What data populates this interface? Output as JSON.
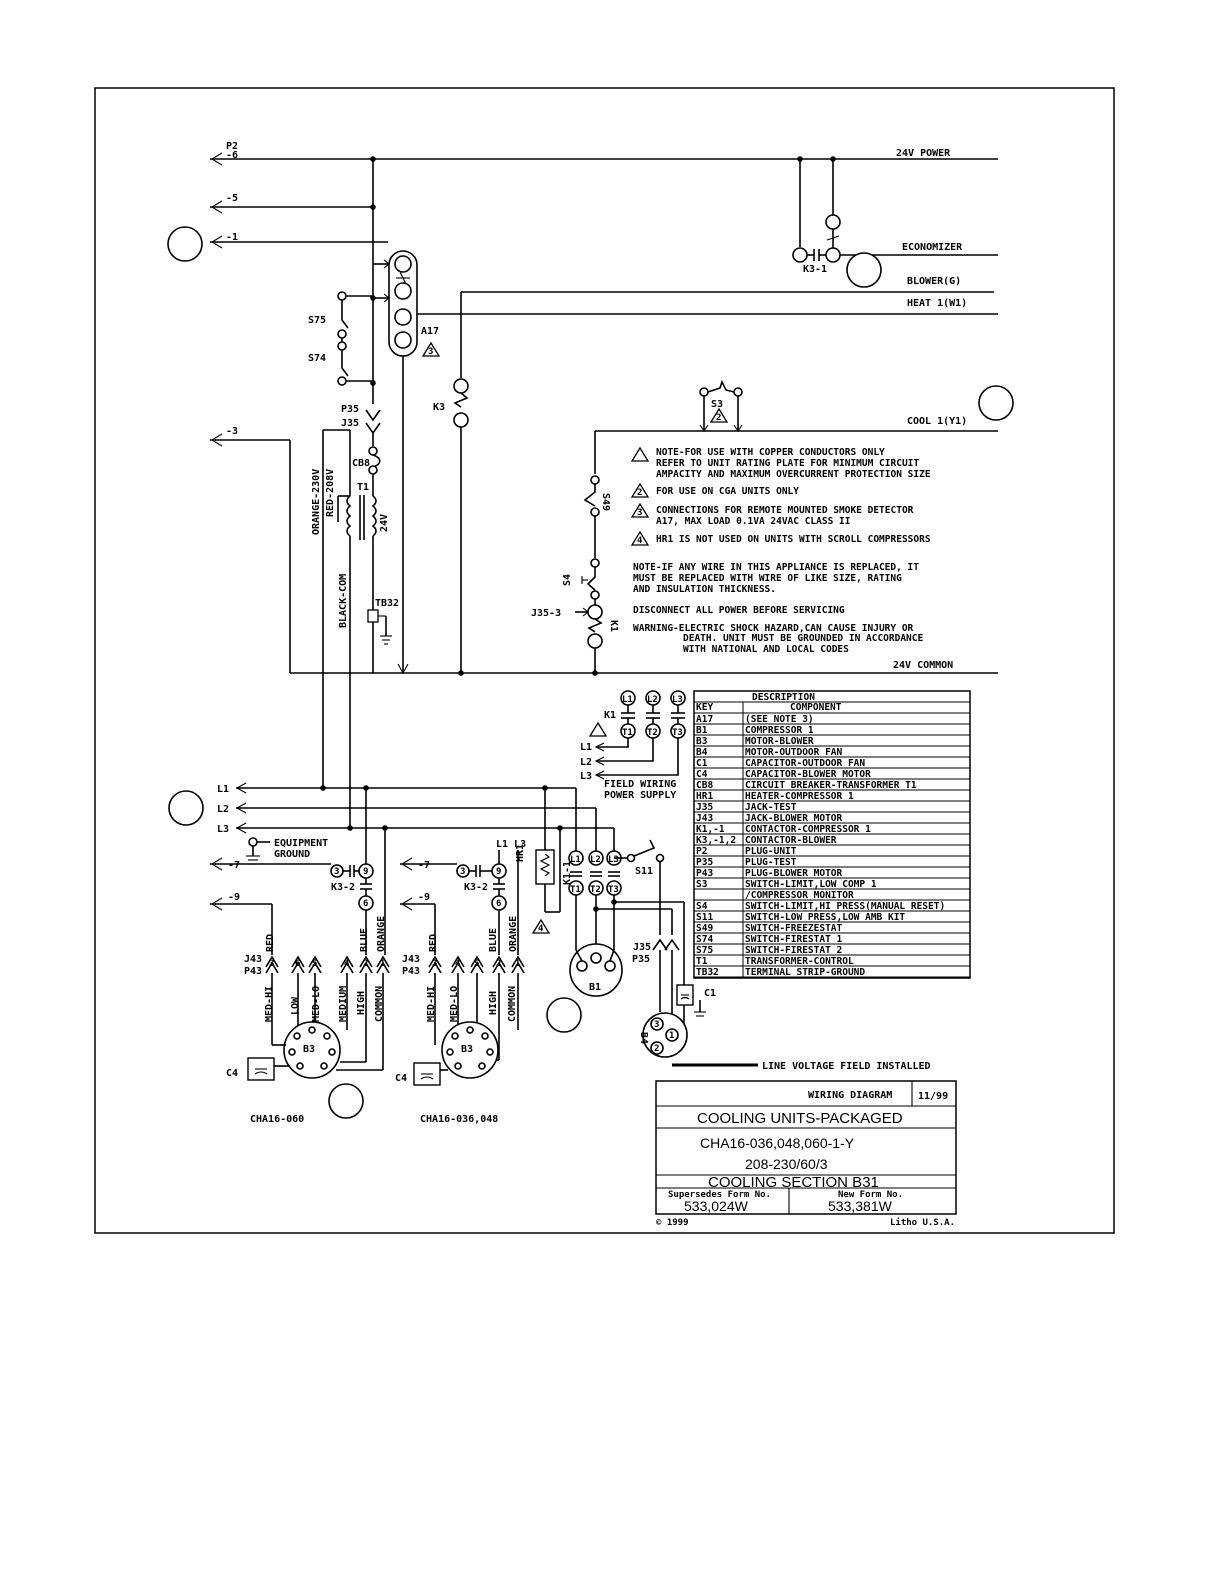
{
  "wires": {
    "p2": "P2",
    "p2_6": "-6",
    "p2_5": "-5",
    "p2_1": "-1",
    "p2_3": "-3",
    "p24v_power": "24V POWER",
    "economizer": "ECONOMIZER",
    "blower_g": "BLOWER(G)",
    "heat1_w1": "HEAT 1(W1)",
    "cool1_y1": "COOL 1(Y1)",
    "common_24v": "24V COMMON",
    "l1": "L1",
    "l2": "L2",
    "l3": "L3",
    "minus7": "-7",
    "minus9": "-9",
    "equipment": "EQUIPMENT",
    "ground": "GROUND",
    "orange_230v": "ORANGE-230V",
    "red_208v": "RED-208V",
    "black_com": "BLACK-COM",
    "v24": "24V",
    "line_voltage": "LINE VOLTAGE FIELD INSTALLED",
    "field_wiring": "FIELD WIRING",
    "power_supply": "POWER SUPPLY"
  },
  "components": {
    "s75": "S75",
    "s74": "S74",
    "a17": "A17",
    "p35": "P35",
    "j35": "J35",
    "cb8": "CB8",
    "t1": "T1",
    "tb32": "TB32",
    "k3": "K3",
    "k3_1": "K3-1",
    "s3": "S3",
    "s49": "S49",
    "s4": "S4",
    "j35_3": "J35-3",
    "k1": "K1",
    "k3_2": "K3-2",
    "k1_1": "K1-1",
    "hr1": "HR1",
    "s11": "S11",
    "b1": "B1",
    "b3": "B3",
    "b4": "B4",
    "c1": "C1",
    "c4": "C4",
    "j43": "J43",
    "p43": "P43",
    "j35p35": "J35",
    "p35b": "P35",
    "l1l3": "L1 L3",
    "cha_060": "CHA16-060",
    "cha_036048": "CHA16-036,048",
    "lead_red": "RED",
    "lead_blue": "BLUE",
    "lead_orange": "ORANGE",
    "med_hi": "MED-HI",
    "low": "LOW",
    "med_lo": "MED-LO",
    "medium": "MEDIUM",
    "high": "HIGH",
    "common": "COMMON"
  },
  "notes": {
    "n1a": "NOTE-FOR USE WITH COPPER CONDUCTORS ONLY",
    "n1b": "REFER TO UNIT RATING PLATE FOR MINIMUM CIRCUIT",
    "n1c": "AMPACITY AND MAXIMUM OVERCURRENT PROTECTION SIZE",
    "n2": "FOR USE ON CGA UNITS ONLY",
    "n3a": "CONNECTIONS FOR REMOTE MOUNTED SMOKE DETECTOR",
    "n3b": "A17, MAX LOAD 0.1VA 24VAC CLASS II",
    "n4": "HR1 IS NOT USED ON UNITS WITH SCROLL COMPRESSORS",
    "n5a": "NOTE-IF ANY WIRE IN THIS APPLIANCE IS REPLACED, IT",
    "n5b": "MUST BE REPLACED WITH WIRE OF LIKE SIZE, RATING",
    "n5c": "AND INSULATION THICKNESS.",
    "n6": "DISCONNECT ALL POWER BEFORE SERVICING",
    "n7a": "WARNING-ELECTRIC SHOCK HAZARD,CAN CAUSE INJURY OR",
    "n7b": "DEATH. UNIT MUST BE GROUNDED IN ACCORDANCE",
    "n7c": "WITH NATIONAL AND LOCAL CODES"
  },
  "legend": {
    "title": "DESCRIPTION",
    "col_key": "KEY",
    "col_component": "COMPONENT",
    "rows": [
      [
        "A17",
        "(SEE NOTE 3)"
      ],
      [
        "B1",
        "COMPRESSOR 1"
      ],
      [
        "B3",
        "MOTOR-BLOWER"
      ],
      [
        "B4",
        "MOTOR-OUTDOOR FAN"
      ],
      [
        "C1",
        "CAPACITOR-OUTDOOR FAN"
      ],
      [
        "C4",
        "CAPACITOR-BLOWER MOTOR"
      ],
      [
        "CB8",
        "CIRCUIT BREAKER-TRANSFORMER T1"
      ],
      [
        "HR1",
        "HEATER-COMPRESSOR 1"
      ],
      [
        "J35",
        "JACK-TEST"
      ],
      [
        "J43",
        "JACK-BLOWER MOTOR"
      ],
      [
        "K1,-1",
        "CONTACTOR-COMPRESSOR 1"
      ],
      [
        "K3,-1,2",
        "CONTACTOR-BLOWER"
      ],
      [
        "P2",
        "PLUG-UNIT"
      ],
      [
        "P35",
        "PLUG-TEST"
      ],
      [
        "P43",
        "PLUG-BLOWER MOTOR"
      ],
      [
        "S3",
        "SWITCH-LIMIT,LOW COMP 1"
      ],
      [
        "",
        "/COMPRESSOR MONITOR"
      ],
      [
        "S4",
        "SWITCH-LIMIT,HI PRESS(MANUAL RESET)"
      ],
      [
        "S11",
        "SWITCH-LOW PRESS,LOW AMB KIT"
      ],
      [
        "S49",
        "SWITCH-FREEZESTAT"
      ],
      [
        "S74",
        "SWITCH-FIRESTAT 1"
      ],
      [
        "S75",
        "SWITCH-FIRESTAT 2"
      ],
      [
        "T1",
        "TRANSFORMER-CONTROL"
      ],
      [
        "TB32",
        "TERMINAL STRIP-GROUND"
      ]
    ]
  },
  "title_block": {
    "wiring_diagram": "WIRING DIAGRAM",
    "date": "11/99",
    "line1": "COOLING UNITS-PACKAGED",
    "line2": "CHA16-036,048,060-1-Y",
    "line3": "208-230/60/3",
    "line4": "COOLING SECTION B31",
    "supersedes_label": "Supersedes Form No.",
    "supersedes_value": "533,024W",
    "new_form_label": "New Form No.",
    "new_form_value": "533,381W",
    "copyright": "© 1999",
    "litho": "Litho U.S.A."
  }
}
